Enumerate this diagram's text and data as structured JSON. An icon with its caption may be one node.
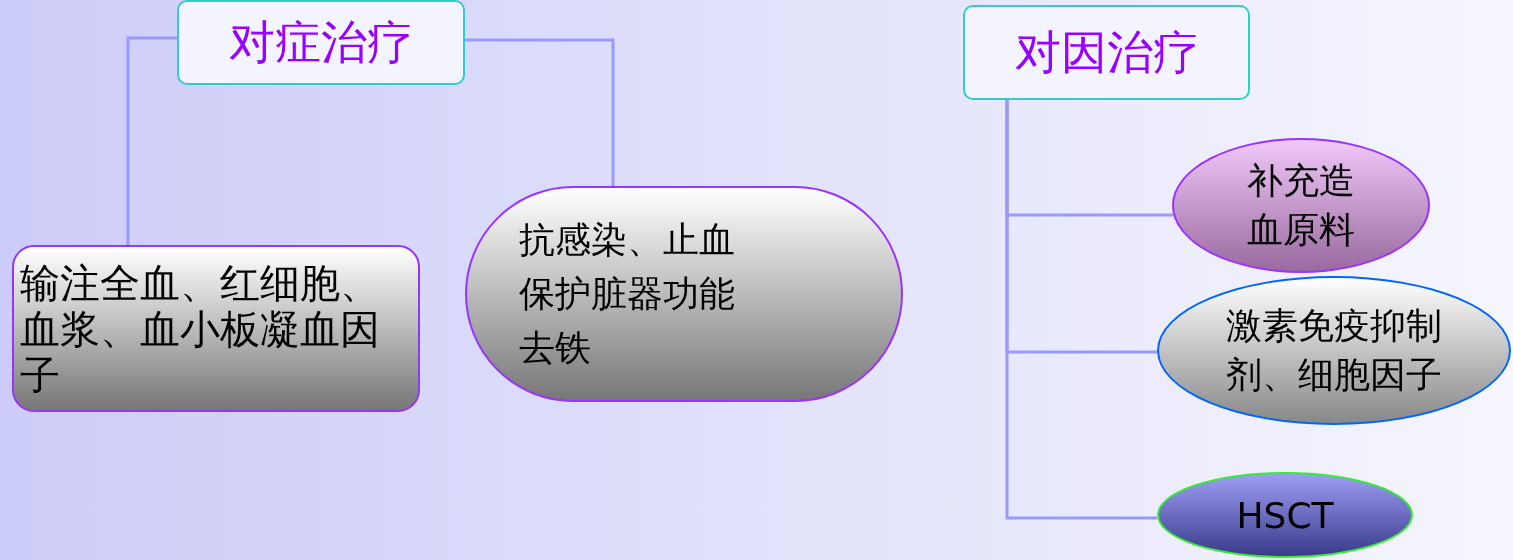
{
  "diagram": {
    "nodes": [
      {
        "text": [
          "对症治疗"
        ]
      },
      {
        "text": [
          "输注全血、红细胞、血浆、血小板凝血因子"
        ]
      },
      {
        "text": [
          "抗感染、止血",
          "保护脏器功能",
          "去铁"
        ]
      },
      {
        "text": [
          "对因治疗"
        ]
      },
      {
        "text": [
          "补充造血原料"
        ]
      },
      {
        "text": [
          "激素免疫抑制剂、细胞因子"
        ]
      },
      {
        "text": [
          "HSCT"
        ]
      }
    ],
    "edges": [
      {
        "from": 0,
        "to": 1,
        "arrow": "none"
      },
      {
        "from": 0,
        "to": 2,
        "arrow": "none"
      },
      {
        "from": 3,
        "to": 4,
        "arrow": "none"
      },
      {
        "from": 3,
        "to": 5,
        "arrow": "none"
      },
      {
        "from": 3,
        "to": 6,
        "arrow": "none"
      }
    ]
  }
}
